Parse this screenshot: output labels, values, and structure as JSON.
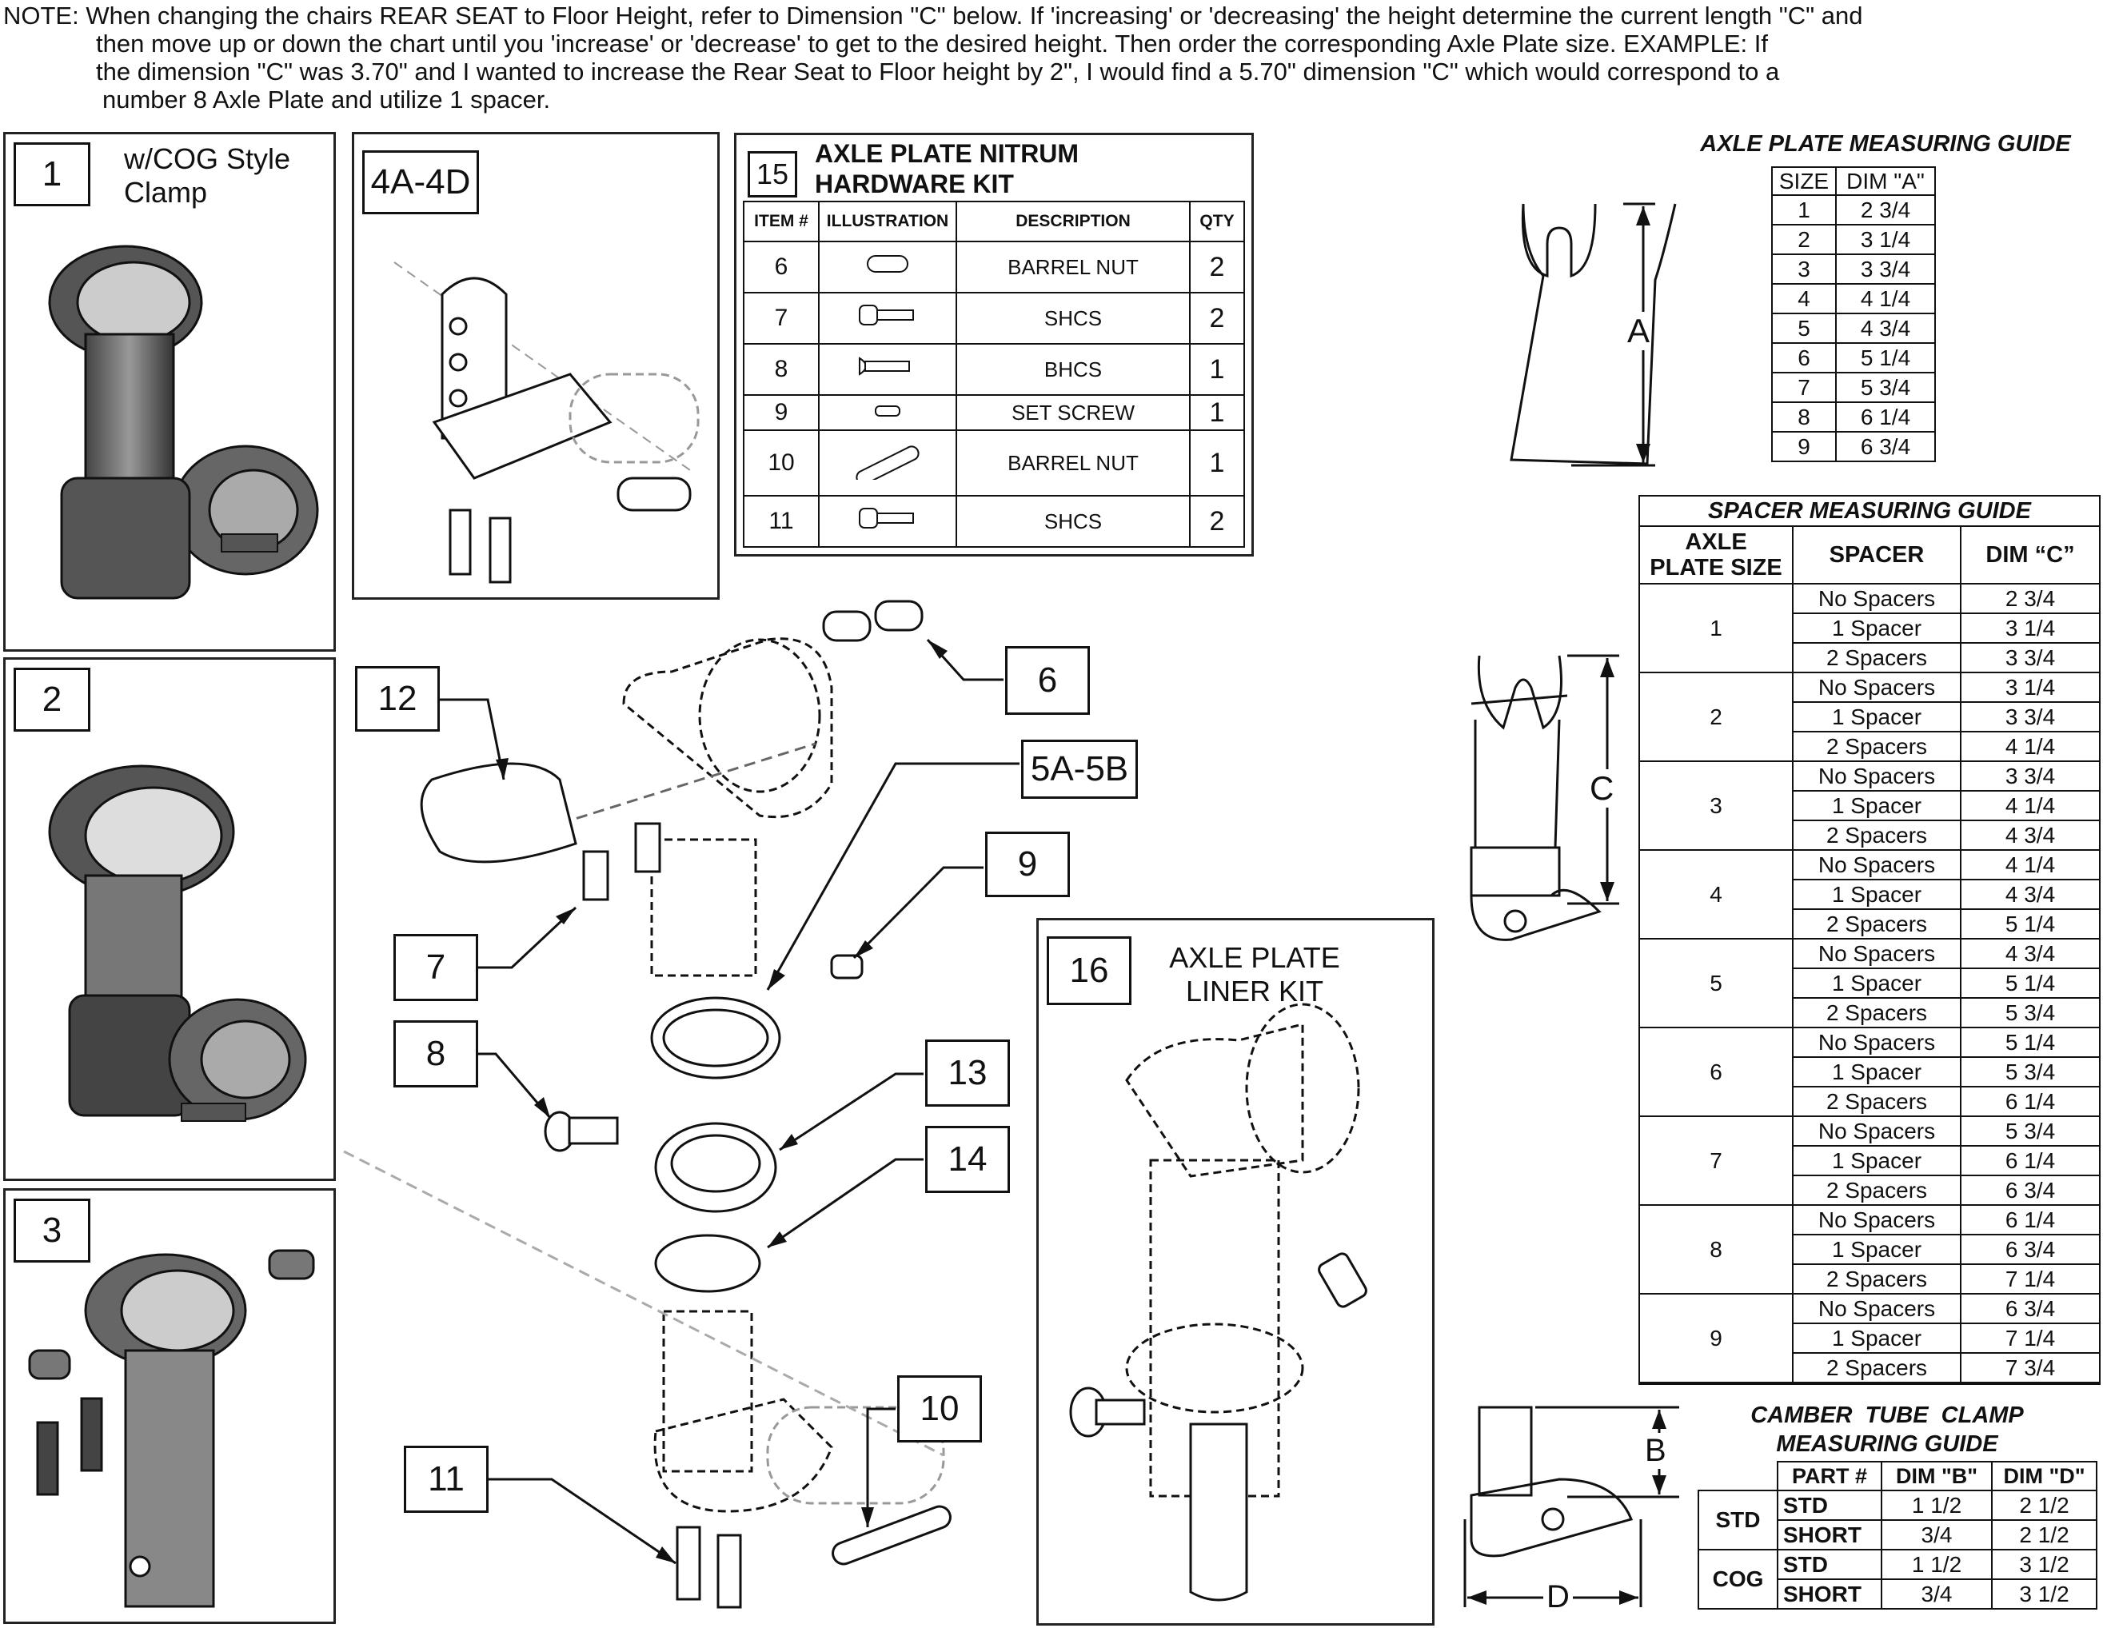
{
  "note": {
    "line1": "NOTE: When changing the chairs REAR SEAT to Floor Height, refer to Dimension \"C\" below. If 'increasing' or 'decreasing' the height determine the current length \"C\" and",
    "line2": "then move up or down the chart until you 'increase' or 'decrease' to get to the desired height. Then order the corresponding Axle Plate size. EXAMPLE: If",
    "line3": "the dimension \"C\" was 3.70\" and I wanted to increase the Rear Seat to Floor height by 2\", I would find a 5.70\" dimension \"C\" which would correspond to a",
    "line4": "number 8 Axle Plate and utilize 1 spacer."
  },
  "panels": {
    "p1": {
      "num": "1",
      "title": "w/COG Style\nClamp"
    },
    "p2": {
      "num": "2"
    },
    "p3": {
      "num": "3"
    },
    "p4": {
      "num": "4A-4D"
    },
    "p15": {
      "num": "15",
      "title": "AXLE PLATE NITRUM\nHARDWARE KIT"
    },
    "p16": {
      "num": "16",
      "title": "AXLE PLATE\nLINER KIT"
    }
  },
  "kit": {
    "headers": [
      "ITEM #",
      "ILLUSTRATION",
      "DESCRIPTION",
      "QTY"
    ],
    "rows": [
      {
        "item": "6",
        "desc": "BARREL NUT",
        "qty": "2"
      },
      {
        "item": "7",
        "desc": "SHCS",
        "qty": "2"
      },
      {
        "item": "8",
        "desc": "BHCS",
        "qty": "1"
      },
      {
        "item": "9",
        "desc": "SET SCREW",
        "qty": "1"
      },
      {
        "item": "10",
        "desc": "BARREL NUT",
        "qty": "1"
      },
      {
        "item": "11",
        "desc": "SHCS",
        "qty": "2"
      }
    ]
  },
  "callouts": [
    "6",
    "5A-5B",
    "9",
    "12",
    "7",
    "8",
    "13",
    "14",
    "10",
    "11"
  ],
  "axle_guide": {
    "title": "AXLE PLATE MEASURING GUIDE",
    "headers": [
      "SIZE",
      "DIM \"A\""
    ],
    "rows": [
      [
        "1",
        "2 3/4"
      ],
      [
        "2",
        "3 1/4"
      ],
      [
        "3",
        "3 3/4"
      ],
      [
        "4",
        "4 1/4"
      ],
      [
        "5",
        "4 3/4"
      ],
      [
        "6",
        "5 1/4"
      ],
      [
        "7",
        "5 3/4"
      ],
      [
        "8",
        "6 1/4"
      ],
      [
        "9",
        "6 3/4"
      ]
    ],
    "dim_label": "A"
  },
  "spacer_guide": {
    "title": "SPACER MEASURING GUIDE",
    "headers": [
      "AXLE\nPLATE SIZE",
      "SPACER",
      "DIM “C”"
    ],
    "spacer_labels": [
      "No Spacers",
      "1 Spacer",
      "2 Spacers"
    ],
    "groups": [
      {
        "size": "1",
        "dims": [
          "2 3/4",
          "3 1/4",
          "3 3/4"
        ]
      },
      {
        "size": "2",
        "dims": [
          "3 1/4",
          "3 3/4",
          "4 1/4"
        ]
      },
      {
        "size": "3",
        "dims": [
          "3 3/4",
          "4 1/4",
          "4 3/4"
        ]
      },
      {
        "size": "4",
        "dims": [
          "4 1/4",
          "4 3/4",
          "5 1/4"
        ]
      },
      {
        "size": "5",
        "dims": [
          "4 3/4",
          "5 1/4",
          "5 3/4"
        ]
      },
      {
        "size": "6",
        "dims": [
          "5 1/4",
          "5 3/4",
          "6 1/4"
        ]
      },
      {
        "size": "7",
        "dims": [
          "5 3/4",
          "6 1/4",
          "6 3/4"
        ]
      },
      {
        "size": "8",
        "dims": [
          "6 1/4",
          "6 3/4",
          "7 1/4"
        ]
      },
      {
        "size": "9",
        "dims": [
          "6 3/4",
          "7 1/4",
          "7 3/4"
        ]
      }
    ],
    "dim_label": "C"
  },
  "camber_guide": {
    "title": "CAMBER  TUBE  CLAMP\nMEASURING GUIDE",
    "headers": [
      "PART #",
      "DIM \"B\"",
      "DIM \"D\""
    ],
    "groups": [
      {
        "name": "STD",
        "rows": [
          [
            "STD",
            "1 1/2",
            "2 1/2"
          ],
          [
            "SHORT",
            "3/4",
            "2 1/2"
          ]
        ]
      },
      {
        "name": "COG",
        "rows": [
          [
            "STD",
            "1 1/2",
            "3 1/2"
          ],
          [
            "SHORT",
            "3/4",
            "3 1/2"
          ]
        ]
      }
    ],
    "dim_b": "B",
    "dim_d": "D"
  }
}
